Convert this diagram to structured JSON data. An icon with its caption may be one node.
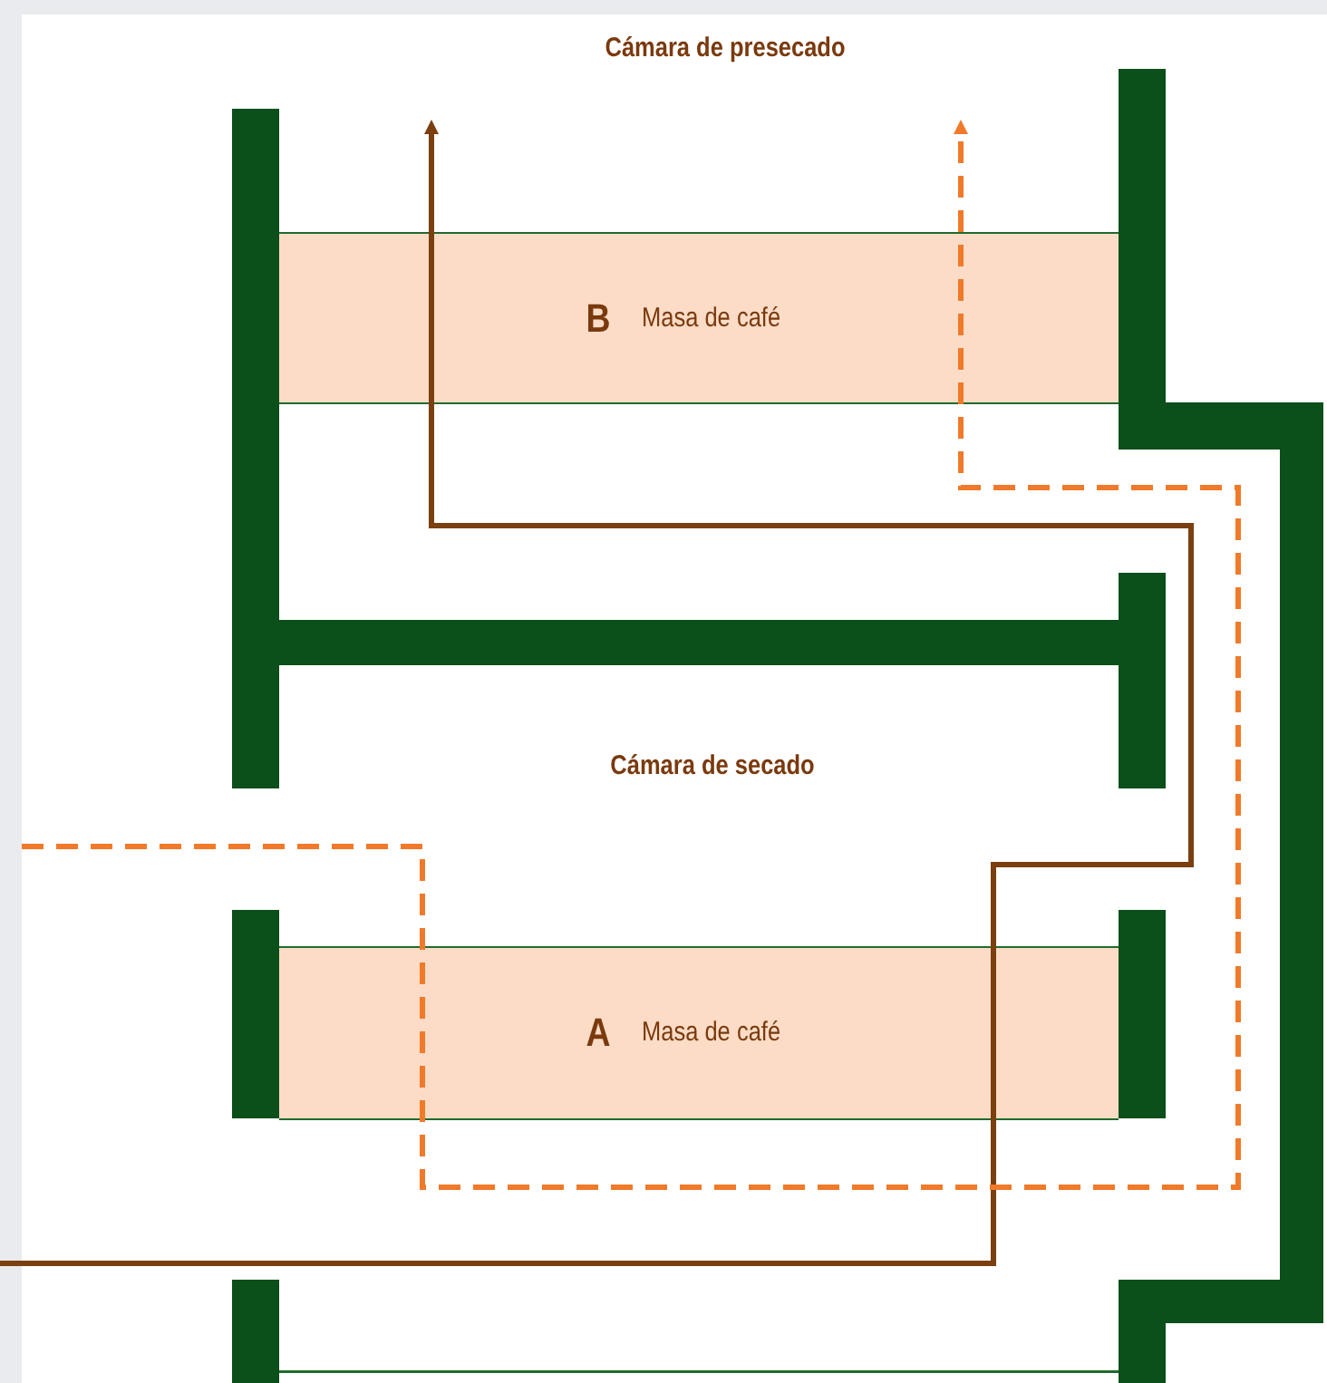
{
  "diagram": {
    "nodes": [
      {
        "text": [
          "B",
          "Masa de café"
        ]
      },
      {
        "text": [
          "A",
          "Masa de café"
        ]
      }
    ],
    "labels": [
      "Cámara de presecado",
      "Cámara de secado"
    ]
  }
}
